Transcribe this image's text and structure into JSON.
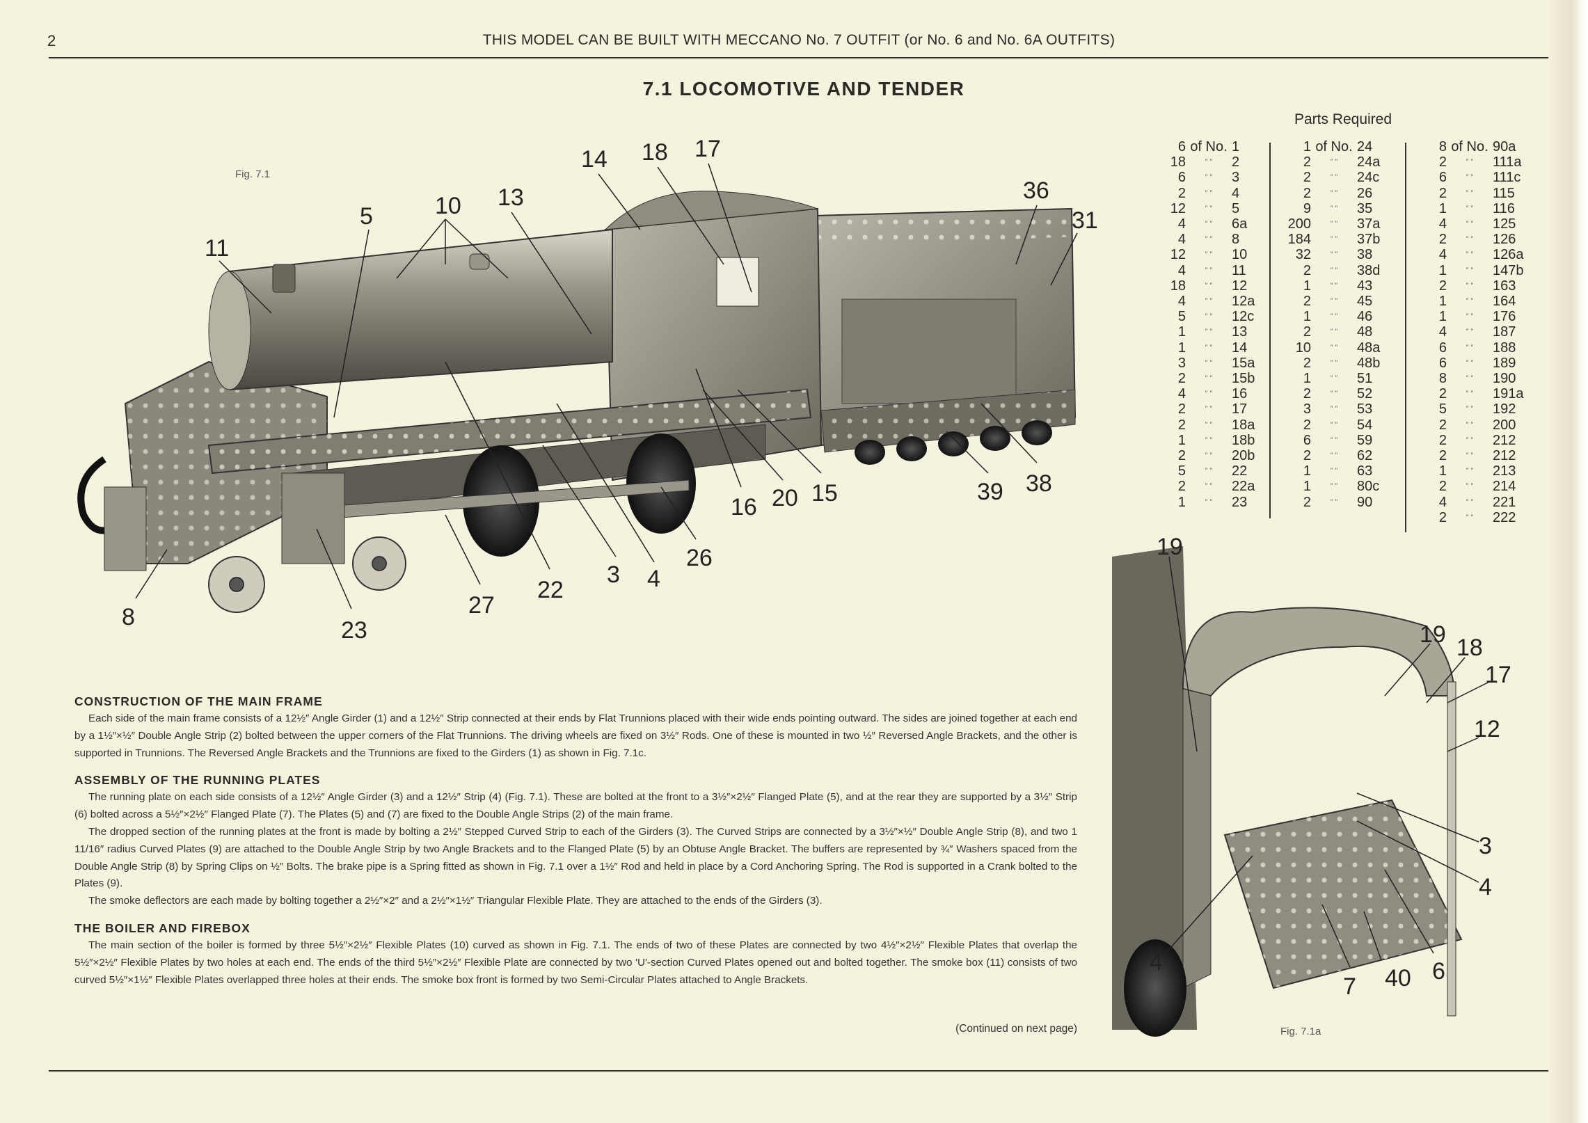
{
  "header": {
    "page_number": "2",
    "running_title": "THIS MODEL CAN BE BUILT WITH MECCANO No. 7 OUTFIT (or No. 6 and No. 6A OUTFITS)"
  },
  "title": "7.1  LOCOMOTIVE AND TENDER",
  "figures": {
    "main": {
      "label": "Fig. 7.1",
      "callouts": [
        "11",
        "5",
        "10",
        "13",
        "14",
        "18",
        "17",
        "36",
        "31",
        "8",
        "23",
        "27",
        "22",
        "3",
        "4",
        "26",
        "16",
        "20",
        "15",
        "39",
        "38"
      ]
    },
    "detail": {
      "label": "Fig. 7.1a",
      "callouts": [
        "19",
        "19",
        "18",
        "17",
        "12",
        "3",
        "4",
        "4",
        "7",
        "40",
        "6"
      ]
    }
  },
  "parts": {
    "title": "Parts Required",
    "first_row_label": "of No.",
    "ditto": "”  ”",
    "columns": [
      [
        [
          "6",
          "1"
        ],
        [
          "18",
          "2"
        ],
        [
          "6",
          "3"
        ],
        [
          "2",
          "4"
        ],
        [
          "12",
          "5"
        ],
        [
          "4",
          "6a"
        ],
        [
          "4",
          "8"
        ],
        [
          "12",
          "10"
        ],
        [
          "4",
          "11"
        ],
        [
          "18",
          "12"
        ],
        [
          "4",
          "12a"
        ],
        [
          "5",
          "12c"
        ],
        [
          "1",
          "13"
        ],
        [
          "1",
          "14"
        ],
        [
          "3",
          "15a"
        ],
        [
          "2",
          "15b"
        ],
        [
          "4",
          "16"
        ],
        [
          "2",
          "17"
        ],
        [
          "2",
          "18a"
        ],
        [
          "1",
          "18b"
        ],
        [
          "2",
          "20b"
        ],
        [
          "5",
          "22"
        ],
        [
          "2",
          "22a"
        ],
        [
          "1",
          "23"
        ]
      ],
      [
        [
          "1",
          "24"
        ],
        [
          "2",
          "24a"
        ],
        [
          "2",
          "24c"
        ],
        [
          "2",
          "26"
        ],
        [
          "9",
          "35"
        ],
        [
          "200",
          "37a"
        ],
        [
          "184",
          "37b"
        ],
        [
          "32",
          "38"
        ],
        [
          "2",
          "38d"
        ],
        [
          "1",
          "43"
        ],
        [
          "2",
          "45"
        ],
        [
          "1",
          "46"
        ],
        [
          "2",
          "48"
        ],
        [
          "10",
          "48a"
        ],
        [
          "2",
          "48b"
        ],
        [
          "1",
          "51"
        ],
        [
          "2",
          "52"
        ],
        [
          "3",
          "53"
        ],
        [
          "2",
          "54"
        ],
        [
          "6",
          "59"
        ],
        [
          "2",
          "62"
        ],
        [
          "1",
          "63"
        ],
        [
          "1",
          "80c"
        ],
        [
          "2",
          "90"
        ]
      ],
      [
        [
          "8",
          "90a"
        ],
        [
          "2",
          "111a"
        ],
        [
          "6",
          "111c"
        ],
        [
          "2",
          "115"
        ],
        [
          "1",
          "116"
        ],
        [
          "4",
          "125"
        ],
        [
          "2",
          "126"
        ],
        [
          "4",
          "126a"
        ],
        [
          "1",
          "147b"
        ],
        [
          "2",
          "163"
        ],
        [
          "1",
          "164"
        ],
        [
          "1",
          "176"
        ],
        [
          "4",
          "187"
        ],
        [
          "6",
          "188"
        ],
        [
          "6",
          "189"
        ],
        [
          "8",
          "190"
        ],
        [
          "2",
          "191a"
        ],
        [
          "5",
          "192"
        ],
        [
          "2",
          "200"
        ],
        [
          "2",
          "212"
        ],
        [
          "2",
          "212"
        ],
        [
          "1",
          "213"
        ],
        [
          "2",
          "214"
        ],
        [
          "4",
          "221"
        ],
        [
          "2",
          "222"
        ]
      ]
    ]
  },
  "sections": [
    {
      "heading": "CONSTRUCTION OF THE MAIN FRAME",
      "paragraphs": [
        "Each side of the main frame consists of a 12½″ Angle Girder (1) and a 12½″ Strip connected at their ends by Flat Trunnions placed with their wide ends pointing outward. The sides are joined together at each end by a 1½″×½″ Double Angle Strip (2) bolted between the upper corners of the Flat Trunnions. The driving wheels are fixed on 3½″ Rods. One of these is mounted in two ½″ Reversed Angle Brackets, and the other is supported in Trunnions. The Reversed Angle Brackets and the Trunnions are fixed to the Girders (1) as shown in Fig. 7.1c."
      ]
    },
    {
      "heading": "ASSEMBLY OF THE RUNNING PLATES",
      "paragraphs": [
        "The running plate on each side consists of a 12½″ Angle Girder (3) and a 12½″ Strip (4) (Fig. 7.1). These are bolted at the front to a 3½″×2½″ Flanged Plate (5), and at the rear they are supported by a 3½″ Strip (6) bolted across a 5½″×2½″ Flanged Plate (7). The Plates (5) and (7) are fixed to the Double Angle Strips (2) of the main frame.",
        "The dropped section of the running plates at the front is made by bolting a 2½″ Stepped Curved Strip to each of the Girders (3). The Curved Strips are connected by a 3½″×½″ Double Angle Strip (8), and two 1 11/16″ radius Curved Plates (9) are attached to the Double Angle Strip by two Angle Brackets and to the Flanged Plate (5) by an Obtuse Angle Bracket. The buffers are represented by ¾″ Washers spaced from the Double Angle Strip (8) by Spring Clips on ½″ Bolts. The brake pipe is a Spring fitted as shown in Fig. 7.1 over a 1½″ Rod and held in place by a Cord Anchoring Spring. The Rod is supported in a Crank bolted to the Plates (9).",
        "The smoke deflectors are each made by bolting together a 2½″×2″ and a 2½″×1½″ Triangular Flexible Plate. They are attached to the ends of the Girders (3)."
      ]
    },
    {
      "heading": "THE BOILER AND FIREBOX",
      "paragraphs": [
        "The main section of the boiler is formed by three 5½″×2½″ Flexible Plates (10) curved as shown in Fig. 7.1. The ends of two of these Plates are connected by two 4½″×2½″ Flexible Plates that overlap the 5½″×2½″ Flexible Plates by two holes at each end. The ends of the third 5½″×2½″ Flexible Plate are connected by two 'U'-section Curved Plates opened out and bolted together. The smoke box (11) consists of two curved 5½″×1½″ Flexible Plates overlapped three holes at their ends. The smoke box front is formed by two Semi-Circular Plates attached to Angle Brackets."
      ]
    }
  ],
  "continued": "(Continued on next page)"
}
